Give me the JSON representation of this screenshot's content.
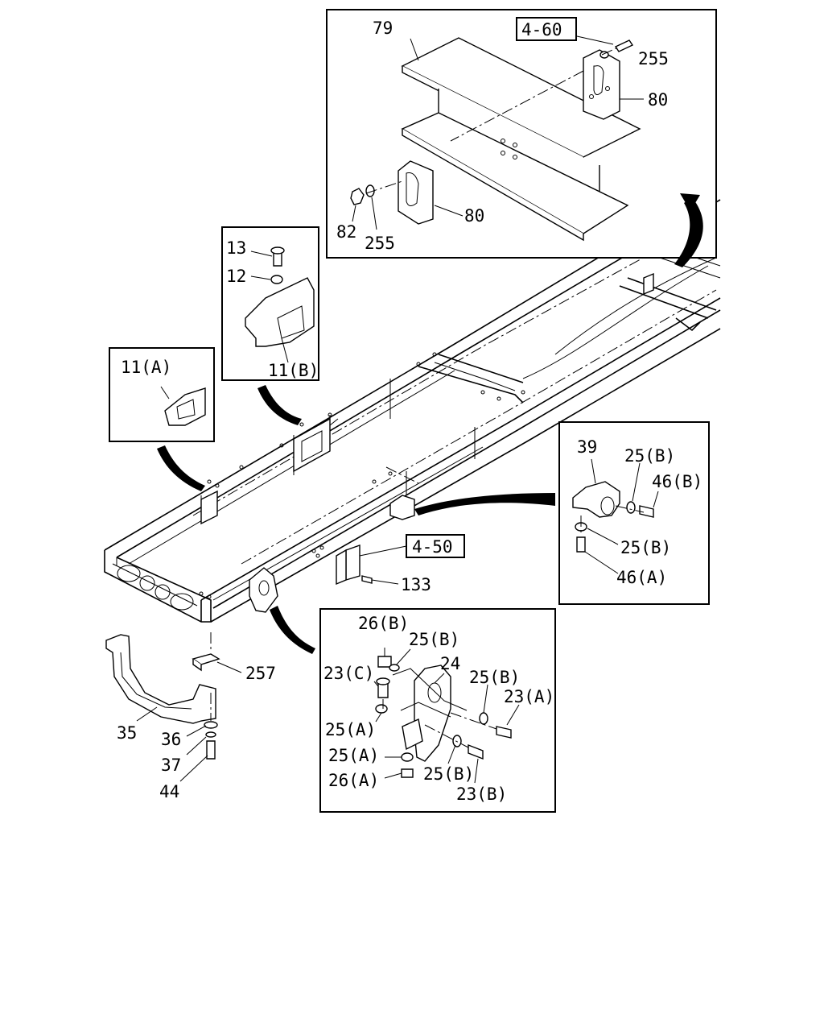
{
  "callouts": {
    "c79": "79",
    "ref_4_60": "4-60",
    "c255_top": "255",
    "c80_right": "80",
    "c80_left": "80",
    "c82": "82",
    "c255_bottom": "255",
    "c13": "13",
    "c12": "12",
    "c11b": "11(B)",
    "c11a": "11(A)",
    "c39": "39",
    "c25b_a": "25(B)",
    "c46b": "46(B)",
    "c25b_b": "25(B)",
    "c46a": "46(A)",
    "ref_4_50": "4-50",
    "c133": "133",
    "c257": "257",
    "c35": "35",
    "c36": "36",
    "c37": "37",
    "c44": "44",
    "c26b": "26(B)",
    "c25b_c": "25(B)",
    "c24": "24",
    "c23c": "23(C)",
    "c25b_d": "25(B)",
    "c23a": "23(A)",
    "c25a_a": "25(A)",
    "c25a_b": "25(A)",
    "c26a": "26(A)",
    "c25b_e": "25(B)",
    "c23b": "23(B)"
  }
}
